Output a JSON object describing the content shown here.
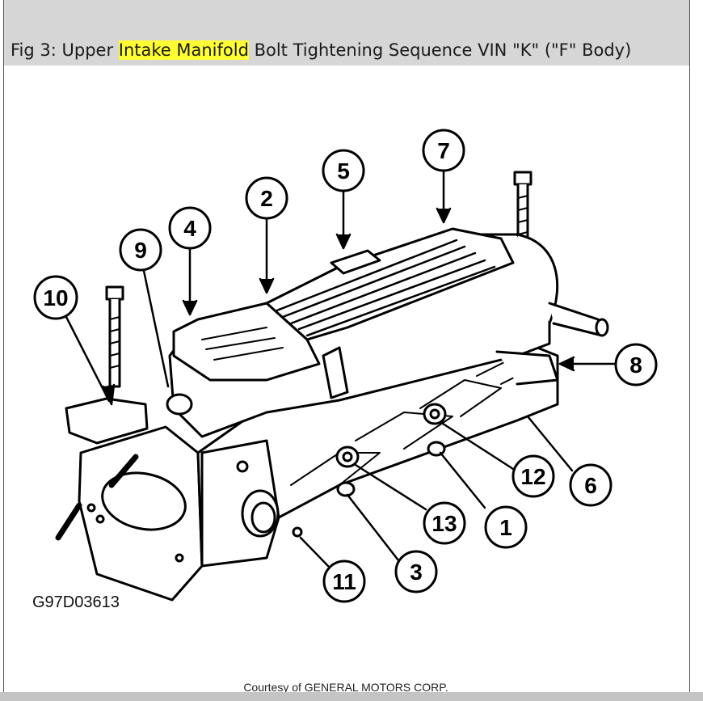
{
  "caption": {
    "prefix": "Fig 3: Upper ",
    "highlight": "Intake Manifold",
    "suffix": " Bolt Tightening Sequence VIN \"K\" (\"F\" Body)",
    "highlight_color": "#ffff33"
  },
  "figure_id": "G97D03613",
  "courtesy": "Courtesy of GENERAL MOTORS CORP.",
  "callouts": [
    {
      "id": "1",
      "label": "1"
    },
    {
      "id": "2",
      "label": "2"
    },
    {
      "id": "3",
      "label": "3"
    },
    {
      "id": "4",
      "label": "4"
    },
    {
      "id": "5",
      "label": "5"
    },
    {
      "id": "6",
      "label": "6"
    },
    {
      "id": "7",
      "label": "7"
    },
    {
      "id": "8",
      "label": "8"
    },
    {
      "id": "9",
      "label": "9"
    },
    {
      "id": "10",
      "label": "10"
    },
    {
      "id": "11",
      "label": "11"
    },
    {
      "id": "12",
      "label": "12"
    },
    {
      "id": "13",
      "label": "13"
    }
  ]
}
